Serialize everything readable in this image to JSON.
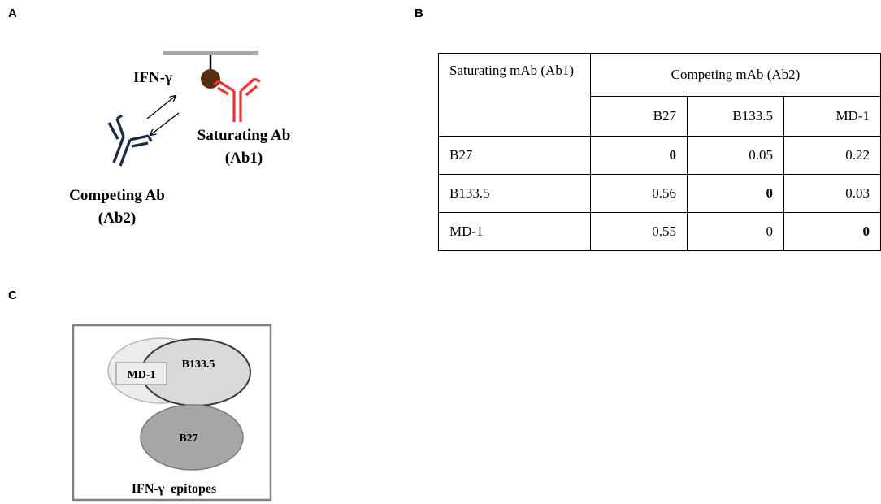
{
  "panel_a": {
    "letter": "A",
    "ligand_label": "IFN-γ",
    "ab1_label_line1": "Saturating Ab",
    "ab1_label_line2": "(Ab1)",
    "ab2_label_line1": "Competing Ab",
    "ab2_label_line2": "(Ab2)",
    "colors": {
      "ab1": "#f03030",
      "ab2": "#1b2d45",
      "ligand": "#5a2d0c",
      "surface": "#a8a8a8"
    }
  },
  "panel_b": {
    "letter": "B",
    "row_header": "Saturating mAb (Ab1)",
    "col_group_header": "Competing mAb (Ab2)",
    "columns": [
      "B27",
      "B133.5",
      "MD-1"
    ],
    "rows": [
      {
        "label": "B27",
        "values": [
          "0",
          "0.05",
          "0.22"
        ]
      },
      {
        "label": "B133.5",
        "values": [
          "0.56",
          "0",
          "0.03"
        ]
      },
      {
        "label": "MD-1",
        "values": [
          "0.55",
          "0",
          "0"
        ]
      }
    ]
  },
  "panel_c": {
    "letter": "C",
    "caption": "IFN-γ  epitopes",
    "epitopes": [
      "MD-1",
      "B133.5",
      "B27"
    ],
    "colors": {
      "md1": "#ececec",
      "b1335": "#d9d9d9",
      "b27": "#a6a6a6",
      "frame": "#808080"
    }
  }
}
